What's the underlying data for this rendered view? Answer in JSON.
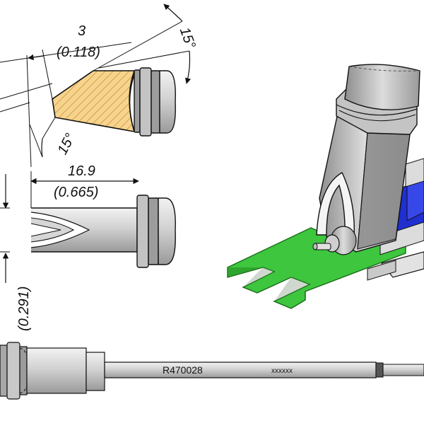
{
  "dimensions": {
    "tip_width_mm": "3",
    "tip_width_in": "(0.118)",
    "angle_top": "15°",
    "angle_bottom": "15°",
    "tip_length_mm": "16.9",
    "tip_length_in": "(0.665)",
    "tip_height_in": "(0.291)"
  },
  "cartridge": {
    "part_number": "R470028",
    "serial": "xxxxxx"
  },
  "colors": {
    "hatch_fill": "#f6d48e",
    "hatch_line": "#c98a2c",
    "metal_light": "#e6e6e6",
    "metal_mid": "#b5b5b5",
    "metal_dark": "#7d7d7d",
    "board": "#3ec63e",
    "component": "#1f2fd0"
  }
}
